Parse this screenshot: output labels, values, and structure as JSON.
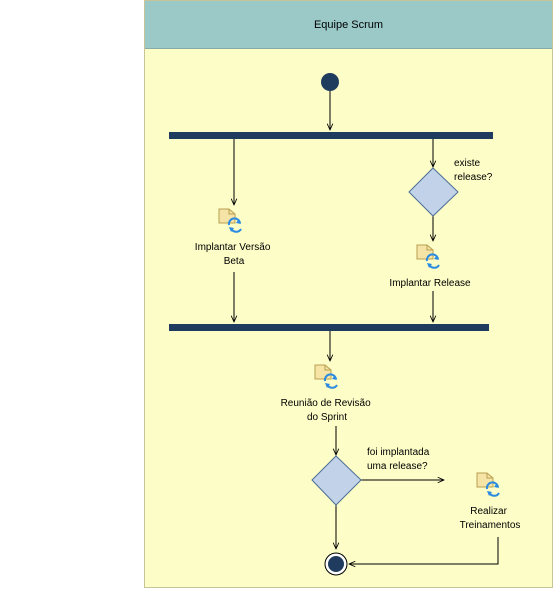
{
  "lane": {
    "title": "Equipe Scrum"
  },
  "activities": {
    "implantar_beta": [
      "Implantar Versão",
      "Beta"
    ],
    "implantar_release": [
      "Implantar Release"
    ],
    "reuniao": [
      "Reunião de Revisão",
      "do Sprint"
    ],
    "treinamentos": [
      "Realizar",
      "Treinamentos"
    ]
  },
  "guards": {
    "existe_release": [
      "existe",
      "release?"
    ],
    "foi_implantada": [
      "foi implantada",
      "uma release?"
    ]
  },
  "colors": {
    "bar": "#1f3c5e",
    "node": "#1f3c5e",
    "decision_fill": "#c2d3e9",
    "decision_stroke": "#4a6e96",
    "icon_fill": "#f6e3a6",
    "icon_stroke": "#b8a050",
    "icon_arrow": "#2a8be0"
  }
}
